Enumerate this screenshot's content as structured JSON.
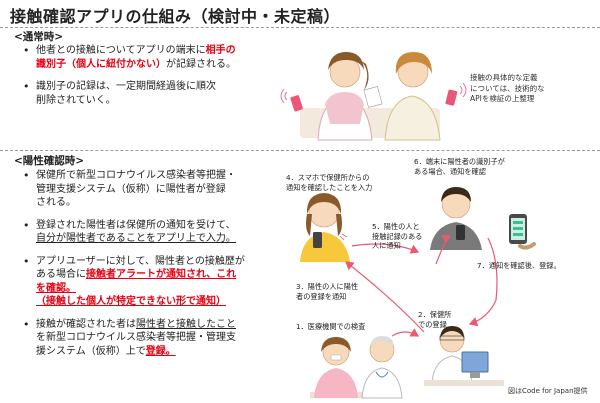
{
  "title": "接触確認アプリの仕組み（検討中・未定稿）",
  "normal": {
    "heading": "<通常時>",
    "bullet1": {
      "p1": "他者との接触についてアプリの端末に",
      "red1": "相手の",
      "red2": "識別子（個人に紐付かない）",
      "p2": "が記録される。"
    },
    "bullet2": {
      "line1": "識別子の記録は、一定期間経過後に順次",
      "line2": "削除されていく。"
    },
    "note": {
      "line1": "接触の具体的な定義",
      "line2": "については、技術的な",
      "line3": "APIを検証の上整理"
    }
  },
  "positive": {
    "heading": "<陽性確認時>",
    "b1": {
      "line1": "保健所で新型コロナウイルス感染者等把握・",
      "line2": "管理支援システム（仮称）に陽性者が登録",
      "line3": "される。"
    },
    "b2": {
      "line1": "登録された陽性者は保健所の通知を受けて、",
      "line2": "自分が陽性者であることをアプリ上で入力。"
    },
    "b3": {
      "line1": "アプリユーザーに対して、陽性者との接触歴が",
      "p1": "ある場合に",
      "red1": "接触者アラートが通知され、これ",
      "red2": "を確認。",
      "red3": "（接触した個人が特定できない形で通知）"
    },
    "b4": {
      "p1": "接触が確認された者は",
      "u1": "陽性者と接触したこと",
      "line2": "を新型コロナウイルス感染者等把握・管理支",
      "p3": "援システム（仮称）上で",
      "red1": "登録。"
    }
  },
  "steps": {
    "s1": "1．医療機関での検査",
    "s2a": "2．保健所",
    "s2b": "での登録",
    "s3a": "3．陽性の人に陽性",
    "s3b": "者の登録を通知",
    "s4a": "4．スマホで保健所からの",
    "s4b": "通知を確認したことを入力",
    "s5a": "5．陽性の人と",
    "s5b": "接触記録のある",
    "s5c": "人に通知",
    "s6a": "6．端末に陽性者の識別子が",
    "s6b": "ある場合、通知を確認",
    "s7": "7．通知を確認後、登録。"
  },
  "credit": "図はCode for Japan提供",
  "colors": {
    "accent_red": "#e60012",
    "arrow_red": "#e95a70",
    "skin": "#f7d9bc",
    "hair_brown": "#8a5a2b"
  }
}
